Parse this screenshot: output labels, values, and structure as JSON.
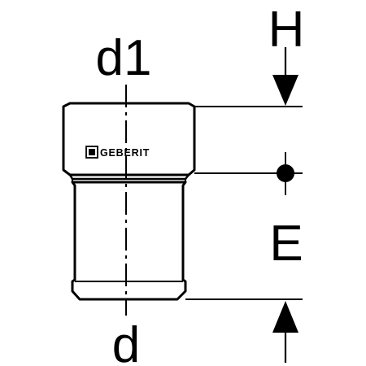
{
  "labels": {
    "top_diameter": "d1",
    "bottom_diameter": "d",
    "height_dim": "H",
    "insertion_dim": "E"
  },
  "brand": {
    "name": "GEBERIT"
  },
  "colors": {
    "line": "#000000",
    "background": "#ffffff"
  },
  "icons": {
    "top_arrow": "arrow-down-icon",
    "bottom_arrow": "arrow-up-icon",
    "reference_marker": "dot-marker-icon",
    "logo_square": "geberit-square-icon"
  }
}
